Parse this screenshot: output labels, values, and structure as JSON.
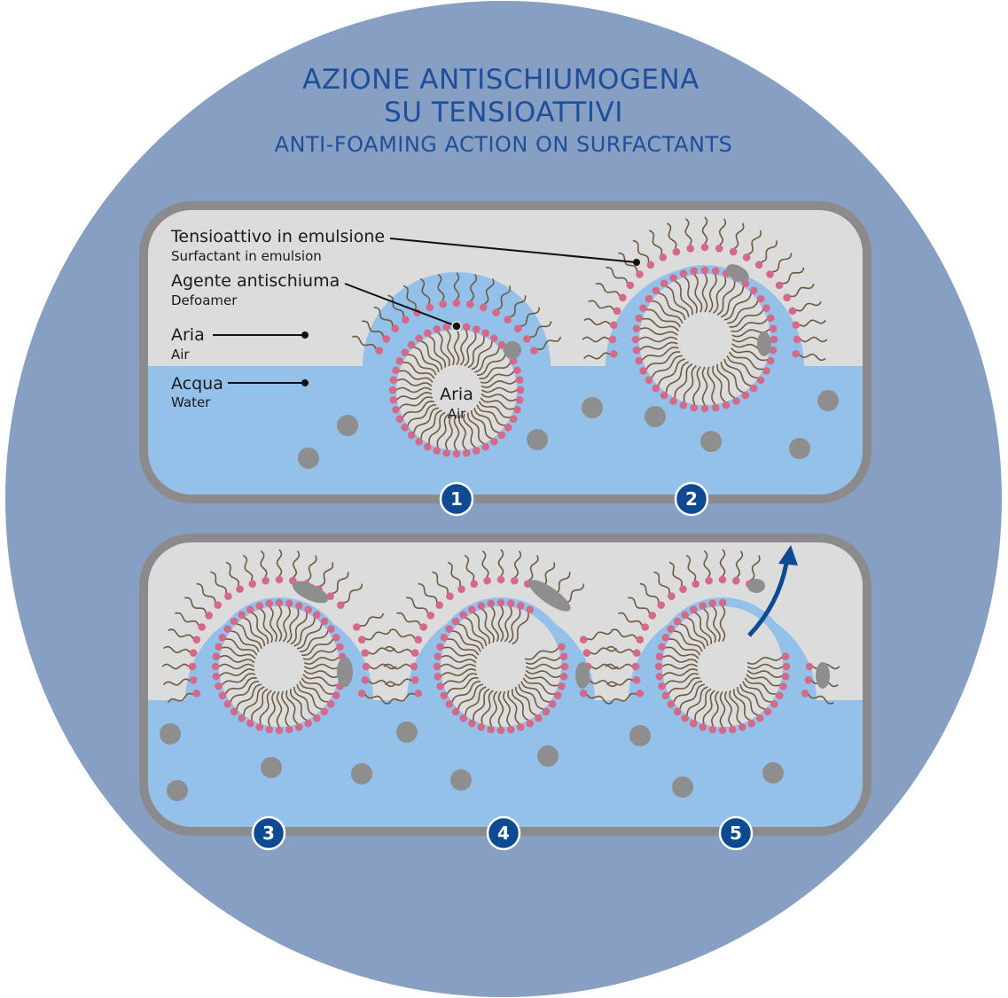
{
  "title": {
    "line1": "AZIONE ANTISCHIUMOGENA",
    "line2": "SU TENSIOATTIVI",
    "line3": "ANTI-FOAMING ACTION ON SURFACTANTS"
  },
  "legend": {
    "surfactant_it": "Tensioattivo in emulsione",
    "surfactant_en": "Surfactant in emulsion",
    "defoamer_it": "Agente antischiuma",
    "defoamer_en": "Defoamer",
    "air_it": "Aria",
    "air_en": "Air",
    "water_it": "Acqua",
    "water_en": "Water"
  },
  "bubble_label": {
    "it": "Aria",
    "en": "Air"
  },
  "steps": [
    "1",
    "2",
    "3",
    "4",
    "5"
  ],
  "colors": {
    "background": "#879fc3",
    "title": "#1d4f9b",
    "panel_border": "#8b8b8d",
    "air": "#dcdcdd",
    "water": "#93c1ea",
    "surfactant_head": "#d46a88",
    "surfactant_tail": "#6e5b3f",
    "defoamer": "#8e8e8f",
    "badge": "#0e4a92"
  }
}
